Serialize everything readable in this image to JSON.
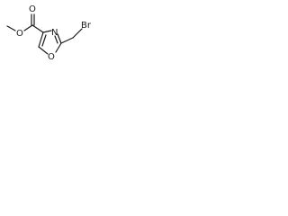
{
  "molecule": {
    "atoms": {
      "o_carbonyl": "O",
      "o_ester": "O",
      "n_ring": "N",
      "o_ring": "O",
      "br": "Br"
    }
  }
}
